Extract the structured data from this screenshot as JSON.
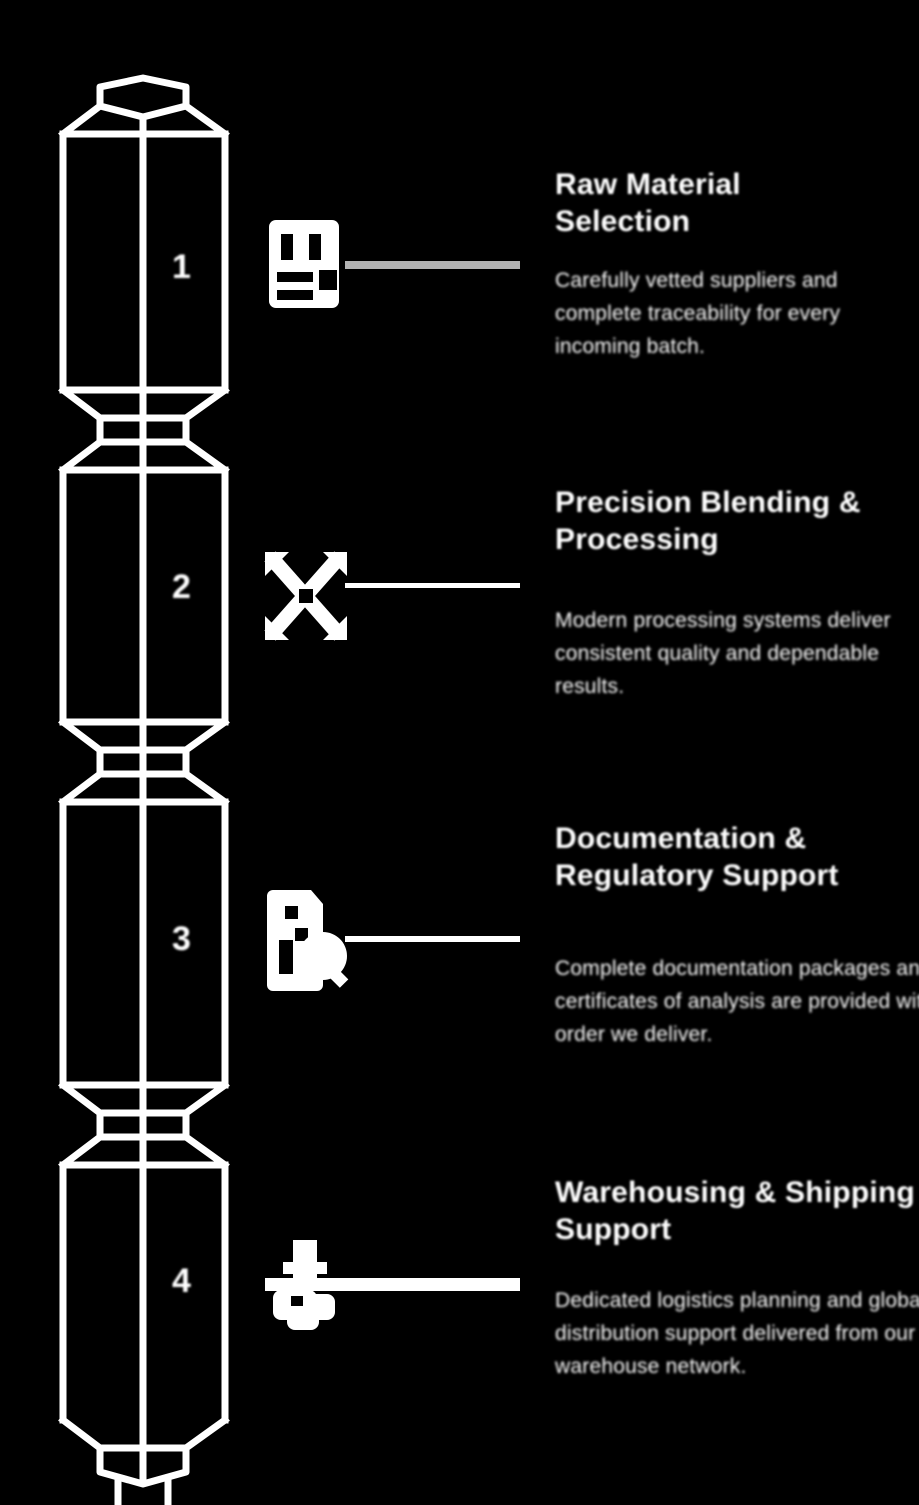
{
  "page": {
    "background_color": "#000000",
    "line_color": "#ffffff",
    "accent_connector_color": "#b3b3b3",
    "description": "Vertical four-segment column diagram with numbered segments, icons and callout text"
  },
  "column": {
    "segment_count": "4",
    "style": "isometric white line-art column with coupling joints"
  },
  "sections": [
    {
      "number": "1",
      "icon": "certificate-icon",
      "title": "Raw Material\nSelection",
      "description": "Carefully vetted suppliers and complete traceability for every incoming batch."
    },
    {
      "number": "2",
      "icon": "crossed-arrows-icon",
      "title": "Precision Blending &\nProcessing",
      "description": "Modern processing systems deliver consistent quality and dependable results."
    },
    {
      "number": "3",
      "icon": "document-search-icon",
      "title": "Documentation &\nRegulatory Support",
      "description": "Complete documentation packages and certificates of analysis are provided with every order we deliver."
    },
    {
      "number": "4",
      "icon": "package-shipping-icon",
      "title": "Warehousing & Shipping\nSupport",
      "description": "Dedicated logistics planning and global distribution support delivered from our regional warehouse network."
    }
  ]
}
